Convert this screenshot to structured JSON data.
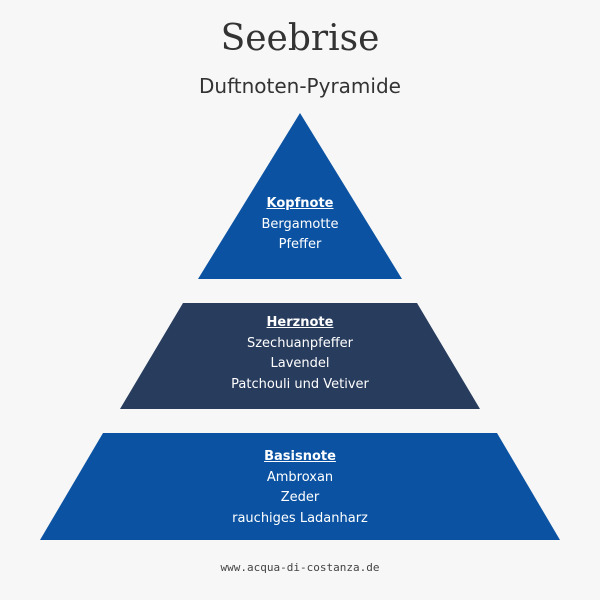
{
  "title": "Seebrise",
  "subtitle": "Duftnoten-Pyramide",
  "pyramid": {
    "top": {
      "heading": "Kopfnote",
      "notes": [
        "Bergamotte",
        "Pfeffer"
      ],
      "color": "#0b53a2"
    },
    "middle": {
      "heading": "Herznote",
      "notes": [
        "Szechuanpfeffer",
        "Lavendel",
        "Patchouli und Vetiver"
      ],
      "color": "#283c5e"
    },
    "base": {
      "heading": "Basisnote",
      "notes": [
        "Ambroxan",
        "Zeder",
        "rauchiges Ladanharz"
      ],
      "color": "#0b53a2"
    }
  },
  "footer": "www.acqua-di-costanza.de"
}
